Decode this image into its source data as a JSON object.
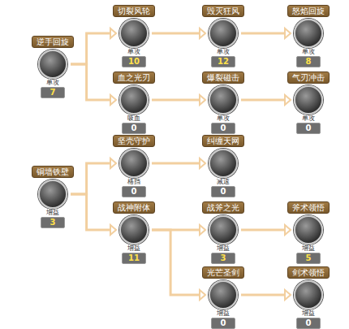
{
  "diagram": {
    "nodes": [
      {
        "text": [
          "逆手回旋",
          "单攻",
          "7"
        ]
      },
      {
        "text": [
          "切裂风轮",
          "单攻",
          "10"
        ]
      },
      {
        "text": [
          "毁灭狂风",
          "单攻",
          "12"
        ]
      },
      {
        "text": [
          "怒焰回旋",
          "单攻",
          "8"
        ]
      },
      {
        "text": [
          "血之光刃",
          "吸血",
          "0"
        ]
      },
      {
        "text": [
          "爆裂磁击",
          "单攻",
          "0"
        ]
      },
      {
        "text": [
          "气刃冲击",
          "单攻",
          "0"
        ]
      },
      {
        "text": [
          "铜墙铁壁",
          "增益",
          "3"
        ]
      },
      {
        "text": [
          "坚壳守护",
          "格挡",
          "0"
        ]
      },
      {
        "text": [
          "纠缠天网",
          "减速",
          "0"
        ]
      },
      {
        "text": [
          "战神附体",
          "增益",
          "11"
        ]
      },
      {
        "text": [
          "战斧之光",
          "增益",
          "3"
        ]
      },
      {
        "text": [
          "斧术领悟",
          "增益",
          "5"
        ]
      },
      {
        "text": [
          "光芒圣剑",
          "增益",
          "0"
        ]
      },
      {
        "text": [
          "剑术领悟",
          "增益",
          "0"
        ]
      }
    ],
    "edges": [
      {
        "from": 0,
        "to": 1,
        "arrow": "to"
      },
      {
        "from": 0,
        "to": 4,
        "arrow": "to"
      },
      {
        "from": 1,
        "to": 2,
        "arrow": "to"
      },
      {
        "from": 2,
        "to": 3,
        "arrow": "to"
      },
      {
        "from": 4,
        "to": 5,
        "arrow": "to"
      },
      {
        "from": 5,
        "to": 6,
        "arrow": "to"
      },
      {
        "from": 7,
        "to": 8,
        "arrow": "to"
      },
      {
        "from": 7,
        "to": 10,
        "arrow": "to"
      },
      {
        "from": 8,
        "to": 9,
        "arrow": "to"
      },
      {
        "from": 10,
        "to": 11,
        "arrow": "to"
      },
      {
        "from": 10,
        "to": 13,
        "arrow": "to"
      },
      {
        "from": 11,
        "to": 12,
        "arrow": "to"
      },
      {
        "from": 13,
        "to": 14,
        "arrow": "to"
      }
    ]
  }
}
